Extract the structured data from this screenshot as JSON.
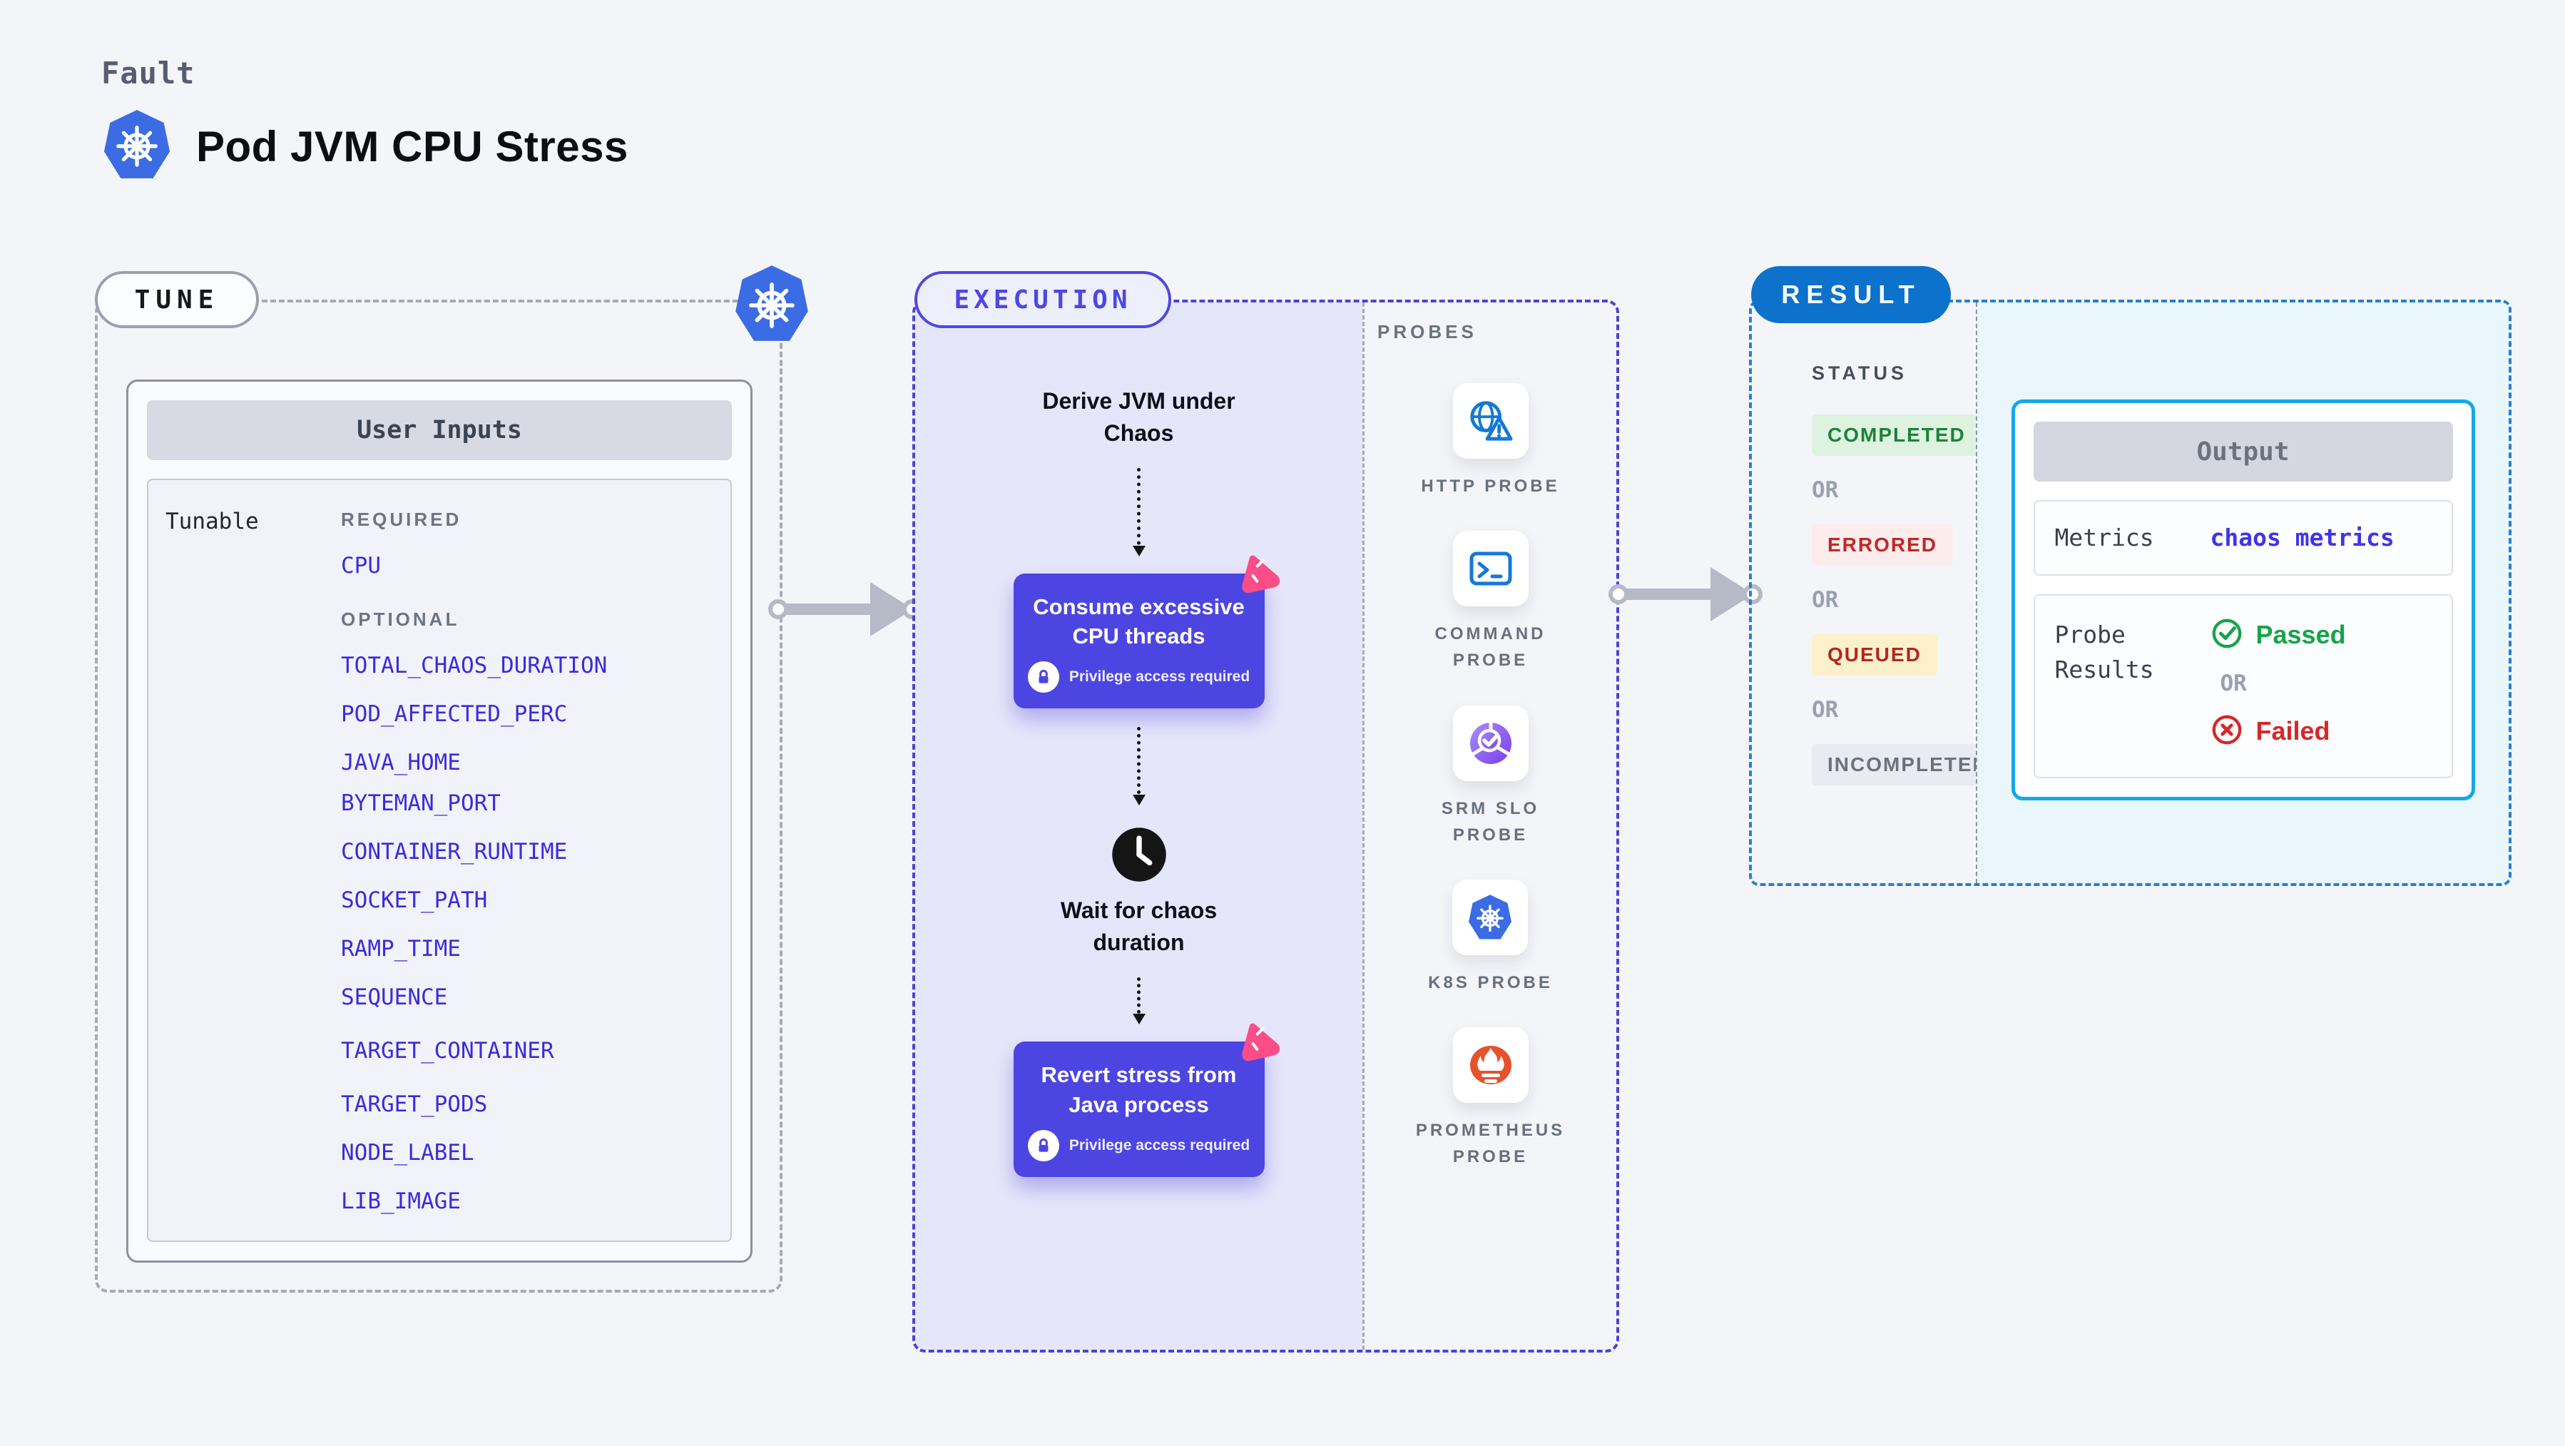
{
  "page": {
    "kicker": "Fault",
    "title": "Pod JVM CPU Stress"
  },
  "tune": {
    "pill": "TUNE",
    "card_title": "User Inputs",
    "row_label": "Tunable",
    "required_label": "REQUIRED",
    "required_items": [
      "CPU"
    ],
    "optional_label": "OPTIONAL",
    "optional_items": [
      "TOTAL_CHAOS_DURATION",
      "POD_AFFECTED_PERC",
      "JAVA_HOME",
      "BYTEMAN_PORT",
      "CONTAINER_RUNTIME",
      "SOCKET_PATH",
      "RAMP_TIME",
      "SEQUENCE",
      "TARGET_CONTAINER",
      "TARGET_PODS",
      "NODE_LABEL",
      "LIB_IMAGE"
    ]
  },
  "execution": {
    "pill": "EXECUTION",
    "derive_step": "Derive JVM under Chaos",
    "action1": "Consume excessive CPU threads",
    "action1_note": "Privilege access required",
    "wait_step": "Wait for chaos duration",
    "action2": "Revert stress from Java process",
    "action2_note": "Privilege access required"
  },
  "probes": {
    "title": "PROBES",
    "items": [
      {
        "name": "HTTP PROBE",
        "icon": "http-probe-icon"
      },
      {
        "name": "COMMAND PROBE",
        "icon": "command-probe-icon"
      },
      {
        "name": "SRM SLO PROBE",
        "icon": "srm-slo-probe-icon"
      },
      {
        "name": "K8S PROBE",
        "icon": "k8s-probe-icon"
      },
      {
        "name": "PROMETHEUS PROBE",
        "icon": "prometheus-probe-icon"
      }
    ]
  },
  "result": {
    "pill": "RESULT",
    "status_title": "STATUS",
    "or": "OR",
    "statuses": [
      {
        "label": "COMPLETED",
        "kind": "green"
      },
      {
        "label": "ERRORED",
        "kind": "red"
      },
      {
        "label": "QUEUED",
        "kind": "yellow"
      },
      {
        "label": "INCOMPLETED",
        "kind": "gray"
      }
    ],
    "output": {
      "title": "Output",
      "metrics_label": "Metrics",
      "metrics_value": "chaos metrics",
      "probe_results_label": "Probe Results",
      "passed": "Passed",
      "or": "OR",
      "failed": "Failed"
    }
  },
  "colors": {
    "accent_indigo": "#4f46e5",
    "action_purple": "#4d45e2",
    "result_blue": "#0d72cb",
    "env_var_blue": "#3a2bdf",
    "passed_green": "#17a34a",
    "failed_red": "#d92626",
    "chaos_pink": "#fb4d88",
    "prometheus_orange": "#e6522c",
    "output_border_cyan": "#15a8e6",
    "lavender_bg": "#e6e6fb",
    "cyan_bg": "#e9f6fc"
  },
  "icons": {
    "kubernetes": "helm-wheel-heptagon",
    "http_probe": "globe-with-warning-triangle",
    "command_probe": "terminal-window",
    "srm_slo_probe": "purple-dial-with-check",
    "k8s_probe": "helm-wheel-heptagon",
    "prometheus_probe": "torch-flame",
    "privilege": "lock",
    "wait": "clock",
    "chaos": "pink-pinwheel-triangle"
  }
}
